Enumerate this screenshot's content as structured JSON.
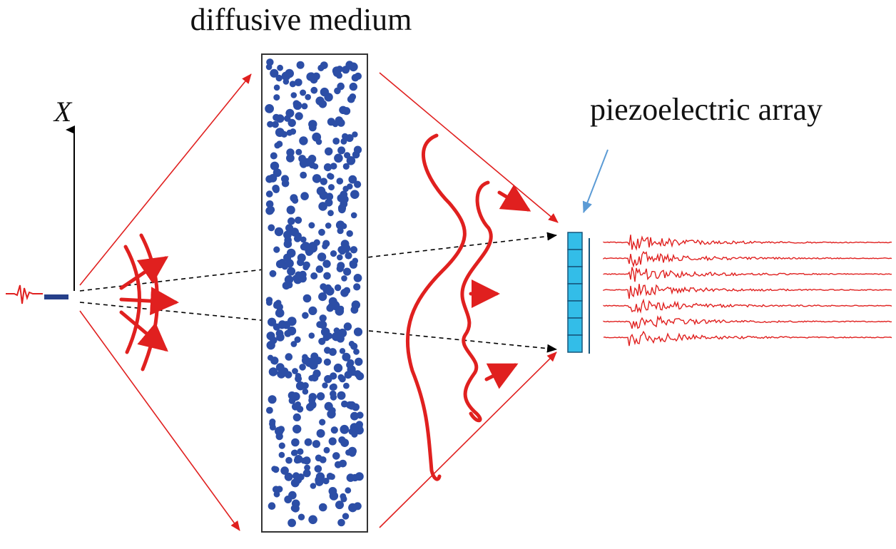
{
  "labels": {
    "medium": "diffusive medium",
    "array": "piezoelectric array",
    "axis": "X"
  },
  "colors": {
    "red": "#e0201f",
    "scatterer": "#2c4ea6",
    "medium_border": "#333333",
    "element_fill": "#33bde8",
    "element_border": "#16557a",
    "pointer": "#5b9bd5",
    "source": "#26408a",
    "axis": "#000000"
  },
  "icons": {
    "source": "transducer-source-icon",
    "pointer": "arrow-pointer-icon"
  }
}
